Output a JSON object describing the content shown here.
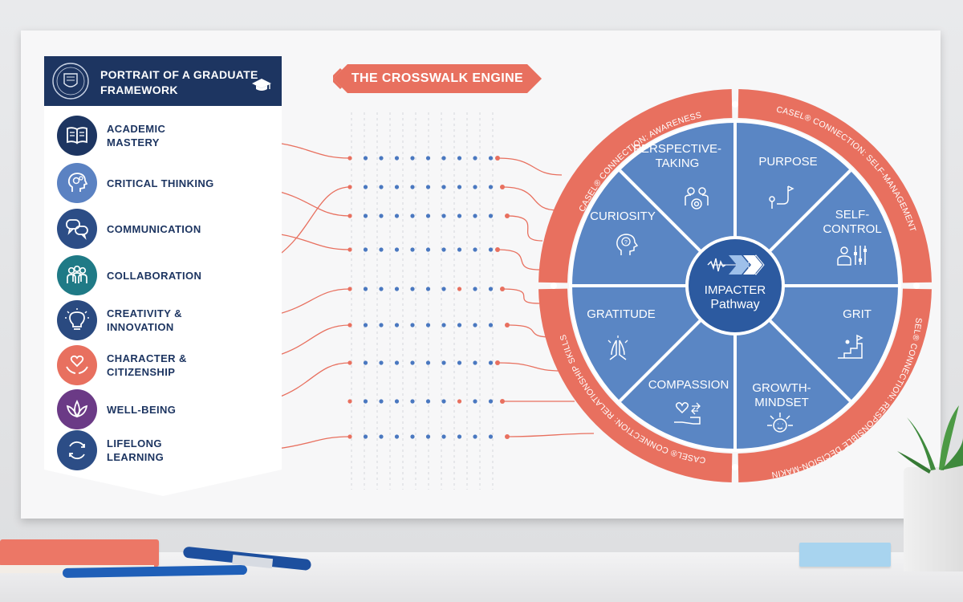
{
  "framework": {
    "title": "PORTRAIT OF A GRADUATE FRAMEWORK",
    "items": [
      {
        "label": "ACADEMIC MASTERY",
        "icon": "book-icon",
        "color": "#1d3561"
      },
      {
        "label": "CRITICAL THINKING",
        "icon": "head-gears-icon",
        "color": "#5b82c2"
      },
      {
        "label": "COMMUNICATION",
        "icon": "speech-bubbles-icon",
        "color": "#2c4d86"
      },
      {
        "label": "COLLABORATION",
        "icon": "people-group-icon",
        "color": "#1f7a86"
      },
      {
        "label": "CREATIVITY & INNOVATION",
        "icon": "lightbulb-icon",
        "color": "#2a4a80"
      },
      {
        "label": "CHARACTER & CITIZENSHIP",
        "icon": "heart-hands-icon",
        "color": "#e8705f"
      },
      {
        "label": "WELL-BEING",
        "icon": "lotus-icon",
        "color": "#6b3a86"
      },
      {
        "label": "LIFELONG LEARNING",
        "icon": "cycle-arrows-icon",
        "color": "#2c4d86"
      }
    ]
  },
  "engine": {
    "title": "THE CROSSWALK ENGINE"
  },
  "wheel": {
    "center_line1": "IMPACTER",
    "center_line2": "Pathway",
    "segments": [
      {
        "label": "PERSPECTIVE-TAKING",
        "icon": "people-target-icon"
      },
      {
        "label": "PURPOSE",
        "icon": "path-flag-icon"
      },
      {
        "label": "SELF-CONTROL",
        "icon": "person-sliders-icon"
      },
      {
        "label": "GRIT",
        "icon": "climb-steps-icon"
      },
      {
        "label": "GROWTH-MINDSET",
        "icon": "head-arrows-icon"
      },
      {
        "label": "COMPASSION",
        "icon": "hand-heart-icon"
      },
      {
        "label": "GRATITUDE",
        "icon": "praying-hands-icon"
      },
      {
        "label": "CURIOSITY",
        "icon": "head-question-icon"
      }
    ],
    "ring": [
      "CASEL® CONNECTION: AWARENESS",
      "CASEL® CONNECTION: SELF-MANAGEMENT",
      "CASEL® CONNECTION: RESPONSIBLE DECISION-MAKING",
      "CASEL® CONNECTION: RELATIONSHIP SKILLS"
    ]
  },
  "colors": {
    "navy": "#1d3561",
    "coral": "#e8705f",
    "wheel_blue": "#5a86c4",
    "dot_blue": "#4a78c0"
  }
}
